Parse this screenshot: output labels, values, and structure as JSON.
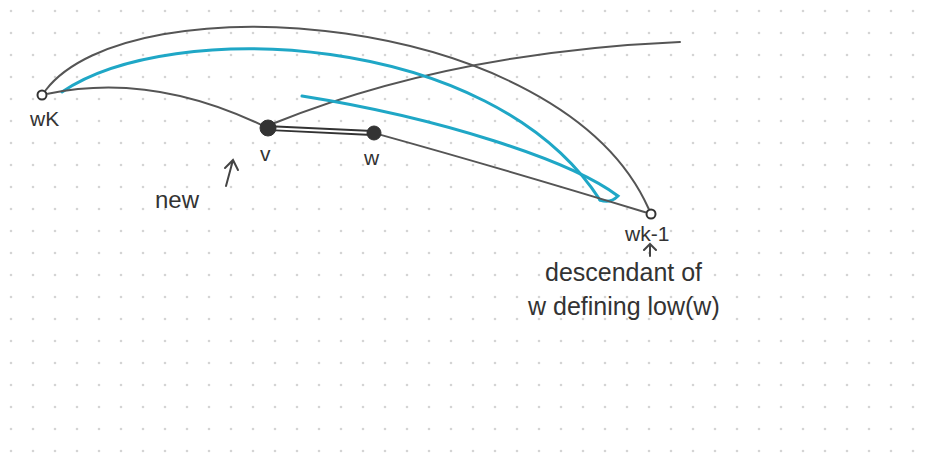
{
  "diagram": {
    "nodes": [
      {
        "text": [
          "wK"
        ]
      },
      {
        "text": [
          "v"
        ]
      },
      {
        "text": [
          "w"
        ]
      },
      {
        "text": [
          "wk-1"
        ]
      }
    ],
    "edges": [
      {
        "from": 0,
        "to": 1,
        "arrow": "none"
      },
      {
        "from": 1,
        "to": 2,
        "arrow": "none"
      },
      {
        "from": 2,
        "to": 3,
        "arrow": "none"
      },
      {
        "from": 0,
        "to": 3,
        "arrow": "none"
      }
    ],
    "labels": [
      "new",
      "descendant of",
      "w defining low(w)"
    ]
  }
}
